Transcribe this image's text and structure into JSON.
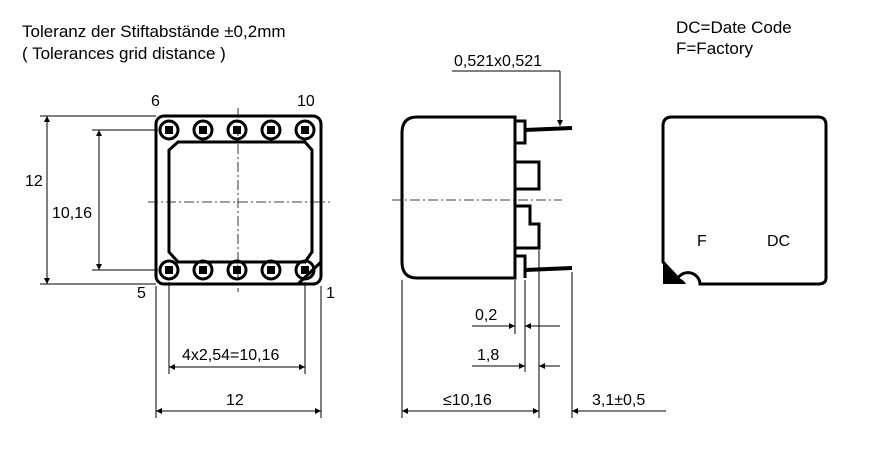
{
  "notes": {
    "tolerance_de": "Toleranz der Stiftabstände ±0,2mm",
    "tolerance_en": "( Tolerances grid distance )",
    "legend_dc": "DC=Date Code",
    "legend_f": "F=Factory"
  },
  "front_view": {
    "pin_top_left": "6",
    "pin_top_right": "10",
    "pin_bottom_left": "5",
    "pin_bottom_right": "1",
    "dim_height_outer": "12",
    "dim_height_pins": "10,16",
    "dim_pitch": "4x2,54=10,16",
    "dim_width_outer": "12"
  },
  "side_view": {
    "dim_pin_section": "0,521x0,521",
    "dim_offset": "0,2",
    "dim_pin_distance": "1,8",
    "dim_body_length": "≤10,16",
    "dim_pin_length": "3,1±0,5"
  },
  "top_view": {
    "marking_factory": "F",
    "marking_date_code": "DC"
  }
}
